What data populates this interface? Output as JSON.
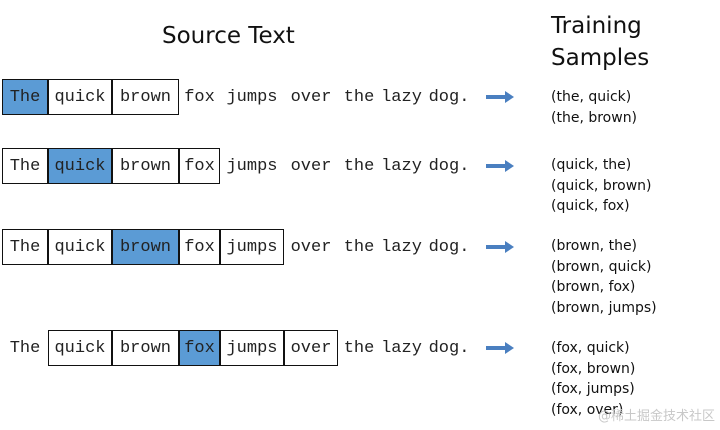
{
  "headers": {
    "source": "Source Text",
    "training_line1": "Training",
    "training_line2": "Samples"
  },
  "sentence": [
    "The",
    "quick",
    "brown",
    "fox",
    "jumps",
    "over",
    "the",
    "lazy",
    "dog."
  ],
  "rows": [
    {
      "center": "The",
      "window": [
        "The",
        "quick",
        "brown"
      ],
      "samples": [
        "(the, quick)",
        "(the, brown)"
      ]
    },
    {
      "center": "quick",
      "window": [
        "The",
        "quick",
        "brown",
        "fox"
      ],
      "samples": [
        "(quick, the)",
        "(quick, brown)",
        "(quick, fox)"
      ]
    },
    {
      "center": "brown",
      "window": [
        "The",
        "quick",
        "brown",
        "fox",
        "jumps"
      ],
      "samples": [
        "(brown, the)",
        "(brown, quick)",
        "(brown, fox)",
        "(brown, jumps)"
      ]
    },
    {
      "center": "fox",
      "window": [
        "quick",
        "brown",
        "fox",
        "jumps",
        "over"
      ],
      "samples": [
        "(fox, quick)",
        "(fox, brown)",
        "(fox, jumps)",
        "(fox, over)"
      ]
    }
  ],
  "colors": {
    "highlight": "#5b9bd5",
    "arrow": "#4a7fc0",
    "border": "#111111"
  },
  "watermark": "@稀土掘金技术社区"
}
